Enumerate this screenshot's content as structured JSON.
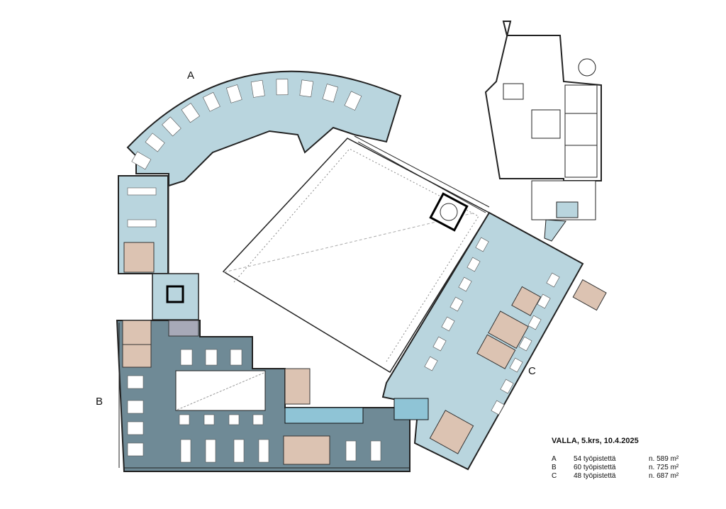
{
  "plan": {
    "zone_labels": {
      "a": "A",
      "b": "B",
      "c": "C"
    },
    "colors": {
      "zone_a": "#b9d5de",
      "zone_b": "#6f8a96",
      "zone_c": "#b9d5de",
      "meeting": "#dcc3b2",
      "service": "#a7a9b8",
      "wall": "#222222"
    }
  },
  "legend": {
    "title": "VALLA, 5.krs, 10.4.2025",
    "rows": [
      {
        "zone": "A",
        "workstations": "54 työpistettä",
        "area": "n. 589 m²"
      },
      {
        "zone": "B",
        "workstations": "60 työpistettä",
        "area": "n. 725 m²"
      },
      {
        "zone": "C",
        "workstations": "48 työpistettä",
        "area": "n. 687 m²"
      }
    ]
  }
}
